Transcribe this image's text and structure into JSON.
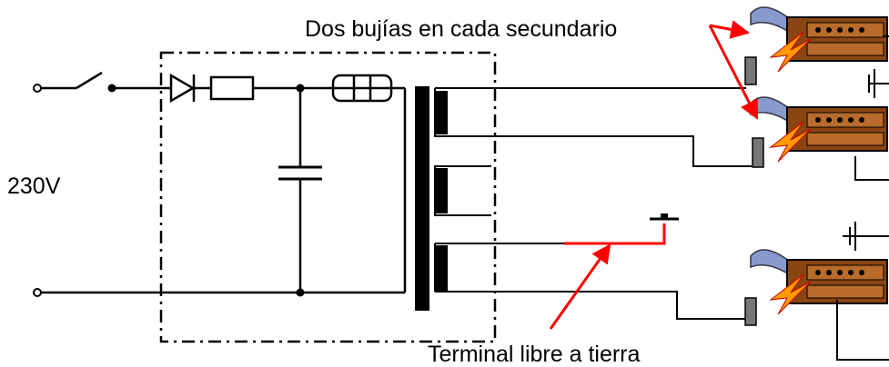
{
  "labels": {
    "top": "Dos bujías en cada secundario",
    "voltage": "230V",
    "bottom": "Terminal libre a tierra"
  },
  "colors": {
    "wire": "#000000",
    "highlight": "#ff0000",
    "plug_body": "#8b4513",
    "plug_insulator": "#8899cc",
    "spark": "#ff9900",
    "electrode": "#777777"
  },
  "icons": [
    "switch",
    "diode",
    "resistor",
    "capacitor",
    "fuse",
    "transformer",
    "spark-plug",
    "ground"
  ]
}
